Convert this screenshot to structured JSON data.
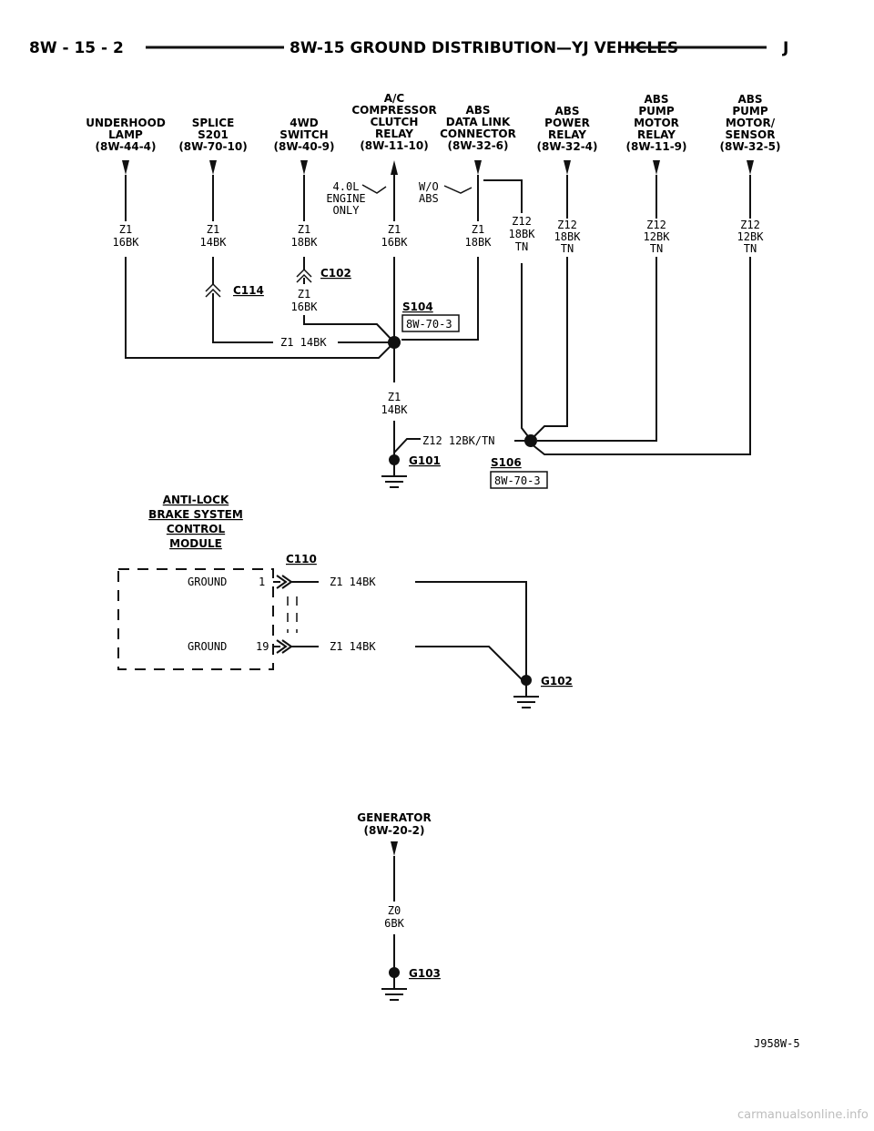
{
  "header": {
    "page_left": "8W - 15 - 2",
    "title": "8W-15 GROUND DISTRIBUTION—YJ VEHICLES",
    "page_right": "J"
  },
  "sources": [
    {
      "lines": [
        "UNDERHOOD",
        "LAMP",
        "(8W-44-4)"
      ]
    },
    {
      "lines": [
        "SPLICE",
        "S201",
        "(8W-70-10)"
      ]
    },
    {
      "lines": [
        "4WD",
        "SWITCH",
        "(8W-40-9)"
      ]
    },
    {
      "lines": [
        "A/C",
        "COMPRESSOR",
        "CLUTCH",
        "RELAY",
        "(8W-11-10)"
      ]
    },
    {
      "lines": [
        "ABS",
        "DATA LINK",
        "CONNECTOR",
        "(8W-32-6)"
      ]
    },
    {
      "lines": [
        "ABS",
        "POWER",
        "RELAY",
        "(8W-32-4)"
      ]
    },
    {
      "lines": [
        "ABS",
        "PUMP",
        "MOTOR",
        "RELAY",
        "(8W-11-9)"
      ]
    },
    {
      "lines": [
        "ABS",
        "PUMP",
        "MOTOR/",
        "SENSOR",
        "(8W-32-5)"
      ]
    }
  ],
  "notes": {
    "engine": [
      "4.0L",
      "ENGINE",
      "ONLY"
    ],
    "wo_abs": [
      "W/O",
      "ABS"
    ]
  },
  "wires": {
    "w1": [
      "Z1",
      "16BK"
    ],
    "w2": [
      "Z1",
      "14BK"
    ],
    "w3": [
      "Z1",
      "18BK"
    ],
    "w4": [
      "Z1",
      "16BK"
    ],
    "w5": [
      "Z1",
      "18BK"
    ],
    "w6": [
      "Z12",
      "18BK",
      "TN"
    ],
    "w7": [
      "Z12",
      "18BK",
      "TN"
    ],
    "w8": [
      "Z12",
      "12BK",
      "TN"
    ],
    "w9": [
      "Z12",
      "12BK",
      "TN"
    ],
    "c102_wire": [
      "Z1",
      "16BK"
    ],
    "to_s104": "Z1 14BK",
    "s104_out": [
      "Z1",
      "14BK"
    ],
    "z12_main": "Z12 12BK/TN",
    "gnd1_wire": "Z1 14BK",
    "gnd19_wire": "Z1 14BK",
    "gen_wire": [
      "Z0",
      "6BK"
    ]
  },
  "connectors": {
    "c114": "C114",
    "c102": "C102",
    "c110": "C110"
  },
  "splices": {
    "s104": "S104",
    "s104_ref": "8W-70-3",
    "s106": "S106",
    "s106_ref": "8W-70-3"
  },
  "grounds": {
    "g101": "G101",
    "g102": "G102",
    "g103": "G103"
  },
  "module": {
    "title": [
      "ANTI-LOCK",
      "BRAKE SYSTEM",
      "CONTROL",
      "MODULE"
    ],
    "pin1_label": "GROUND",
    "pin1": "1",
    "pin19_label": "GROUND",
    "pin19": "19"
  },
  "generator": {
    "lines": [
      "GENERATOR",
      "(8W-20-2)"
    ]
  },
  "figure_id": "J958W-5",
  "watermark": "carmanualsonline.info"
}
